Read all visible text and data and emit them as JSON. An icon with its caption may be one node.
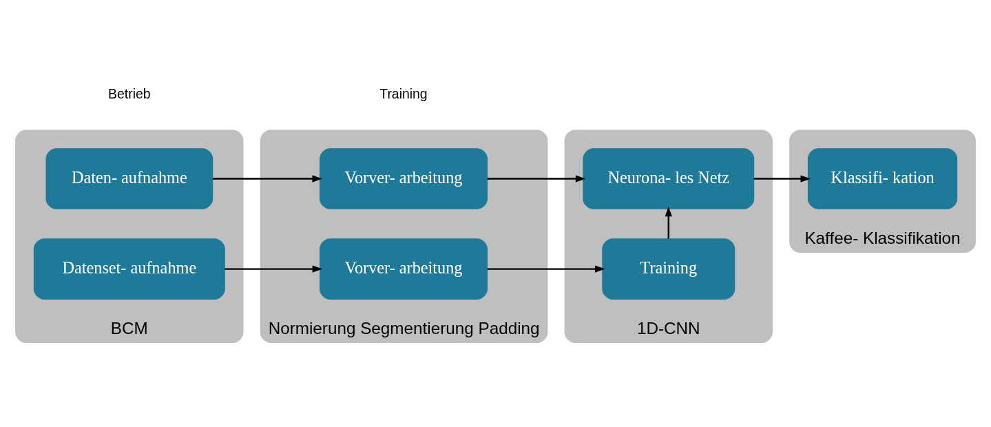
{
  "diagram": {
    "nodes": [
      {
        "text": [
          "BCM"
        ]
      },
      {
        "text": [
          "Daten- aufnahme"
        ],
        "in": 0
      },
      {
        "text": [
          "Datenset- aufnahme"
        ],
        "in": 0
      },
      {
        "text": [
          "Normierung Segmentierung Padding"
        ]
      },
      {
        "text": [
          "Vorver- arbeitung"
        ],
        "in": 3
      },
      {
        "text": [
          "Vorver- arbeitung"
        ],
        "in": 3
      },
      {
        "text": [
          "1D-CNN"
        ]
      },
      {
        "text": [
          "Neurona- les Netz"
        ],
        "in": 6
      },
      {
        "text": [
          "Training"
        ],
        "in": 6
      },
      {
        "text": [
          "Kaffee- Klassifikation"
        ]
      },
      {
        "text": [
          "Klassifi- kation"
        ],
        "in": 9
      }
    ],
    "edges": [
      {
        "from": 1,
        "to": 4,
        "arrow": "to"
      },
      {
        "from": 4,
        "to": 7,
        "arrow": "to"
      },
      {
        "from": 7,
        "to": 10,
        "arrow": "to"
      },
      {
        "from": 2,
        "to": 5,
        "arrow": "to"
      },
      {
        "from": 5,
        "to": 8,
        "arrow": "to"
      },
      {
        "from": 8,
        "to": 7,
        "arrow": "to"
      }
    ],
    "labels": [
      "Betrieb",
      "Training"
    ]
  }
}
